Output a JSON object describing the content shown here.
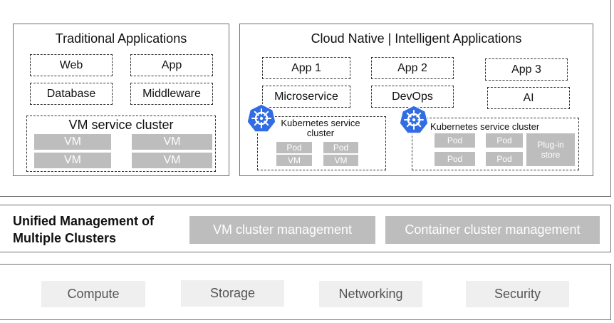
{
  "top": {
    "traditional": {
      "title": "Traditional Applications",
      "apps": [
        "Web",
        "App",
        "Database",
        "Middleware"
      ],
      "vm_cluster": {
        "title": "VM service cluster",
        "vms": [
          "VM",
          "VM",
          "VM",
          "VM"
        ]
      }
    },
    "cloud_native": {
      "title": "Cloud Native | Intelligent Applications",
      "apps": [
        "App 1",
        "App 2",
        "App 3"
      ],
      "services": [
        "Microservice",
        "DevOps",
        "AI"
      ],
      "k8s_left": {
        "title": "Kubernetes service cluster",
        "items": [
          "Pod",
          "Pod",
          "VM",
          "VM"
        ]
      },
      "k8s_right": {
        "title": "Kubernetes service cluster",
        "pods": [
          "Pod",
          "Pod",
          "Pod",
          "Pod"
        ],
        "plugin": "Plug-in store"
      }
    }
  },
  "management": {
    "title": "Unified Management of Multiple Clusters",
    "items": [
      "VM cluster management",
      "Container cluster management"
    ]
  },
  "infrastructure": {
    "items": [
      "Compute",
      "Storage",
      "Networking",
      "Security"
    ]
  },
  "colors": {
    "block_grey": "#bdbdbd",
    "infra_grey": "#efefef",
    "k8s_blue": "#326ce5"
  },
  "icons": {
    "kubernetes": "kubernetes-helm-icon"
  }
}
